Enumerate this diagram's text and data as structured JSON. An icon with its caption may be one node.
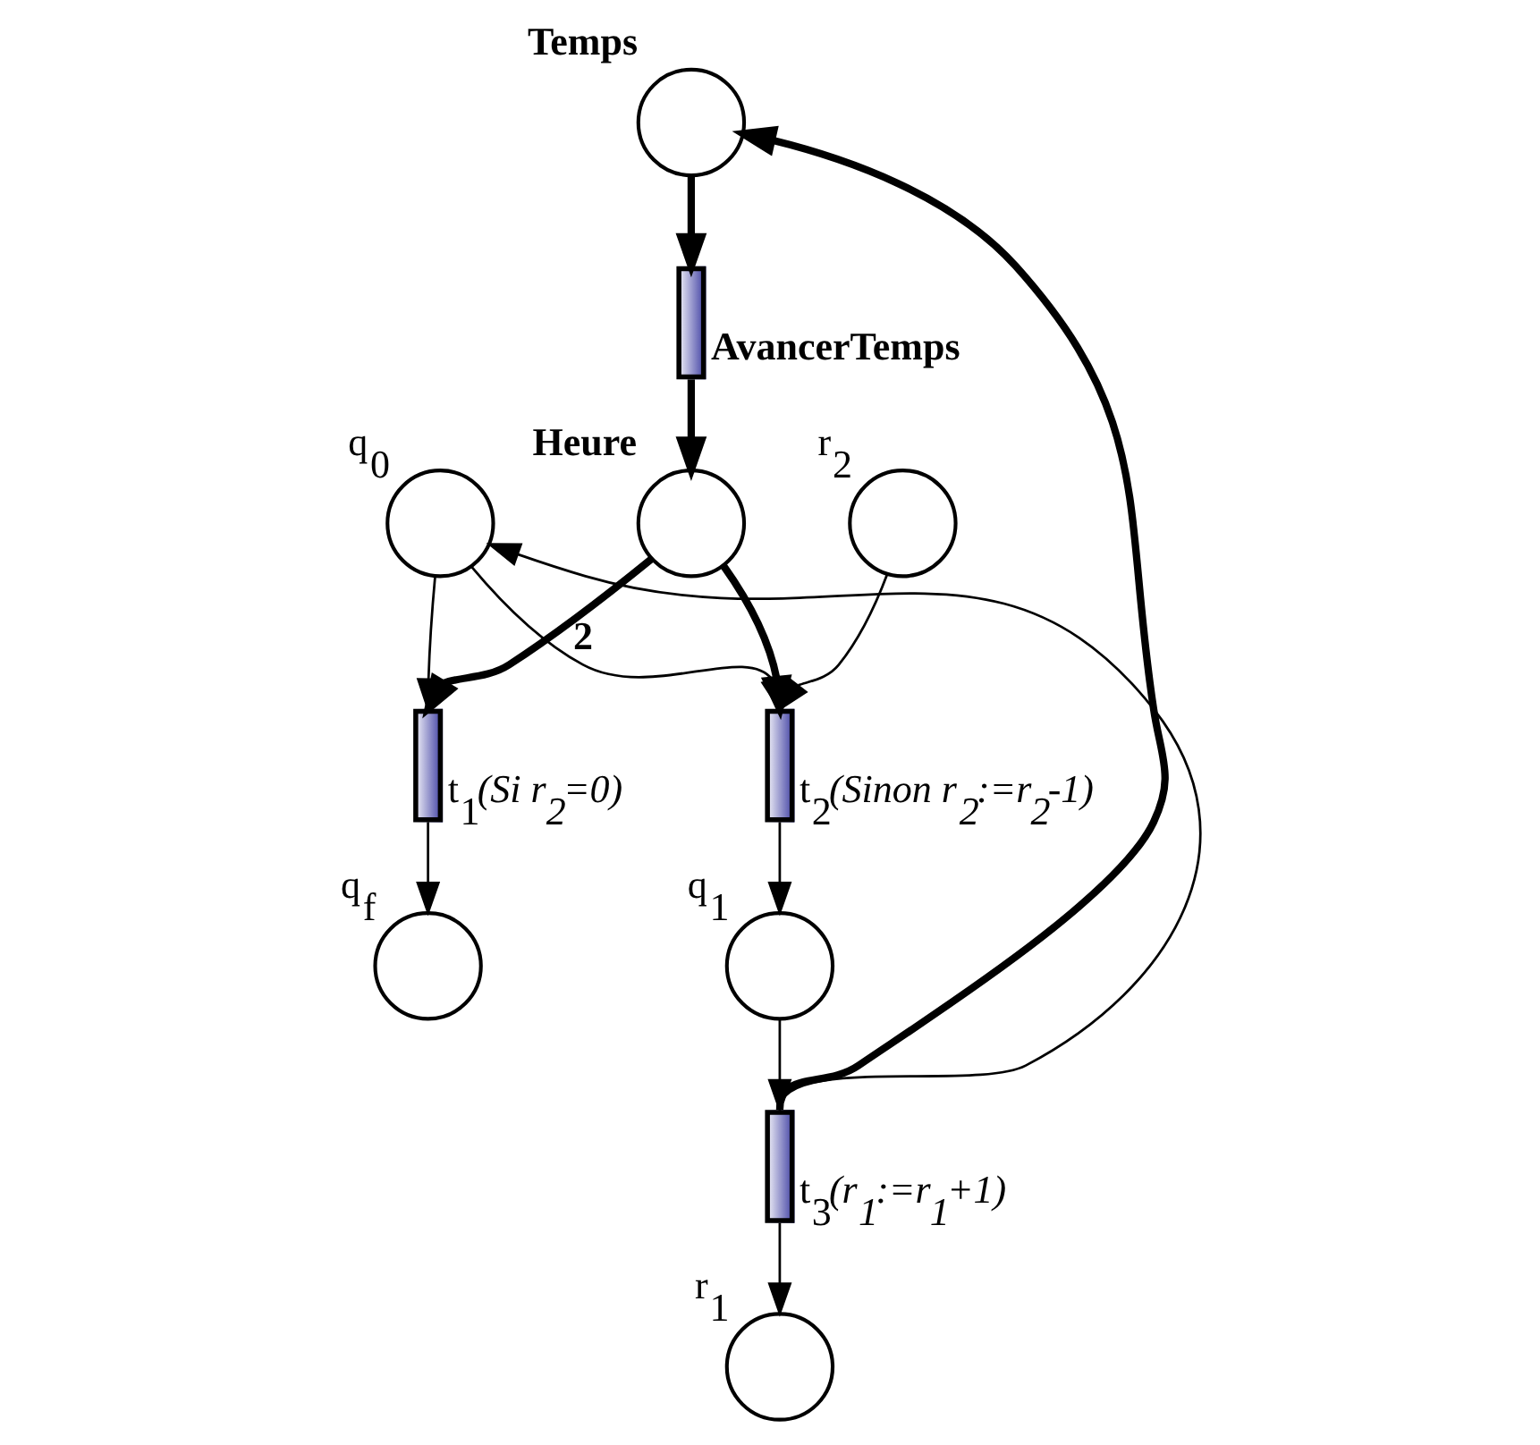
{
  "diagram": {
    "nodes": [
      {
        "text": [
          "Temps"
        ]
      },
      {
        "text": [
          "AvancerTemps"
        ]
      },
      {
        "text": [
          "Heure"
        ]
      },
      {
        "text": [
          "t$_{1}$*(Si r$_{2}$=0)*"
        ]
      },
      {
        "text": [
          "q$_{f}$"
        ]
      },
      {
        "text": [
          "q$_{0}$"
        ]
      },
      {
        "text": [
          "t$_{2}$*(Sinon r$_{2}$:=r$_{2}$-1)*"
        ]
      },
      {
        "text": [
          "q$_{1}$"
        ]
      },
      {
        "text": [
          "t$_{3}$*(r$_{1}$:=r$_{1}$+1)*"
        ]
      },
      {
        "text": [
          "r$_{2}$"
        ]
      },
      {
        "text": [
          "r$_{1}$"
        ]
      }
    ],
    "edges": [
      {
        "from": 0,
        "to": 1,
        "arrow": "to",
        "style": "thick"
      },
      {
        "from": 1,
        "to": 2,
        "arrow": "to",
        "style": "thick"
      },
      {
        "from": 2,
        "to": 3,
        "arrow": "to",
        "style": "thick",
        "label": "2"
      },
      {
        "from": 2,
        "to": 6,
        "arrow": "to",
        "style": "thick"
      },
      {
        "from": 5,
        "to": 3,
        "arrow": "to"
      },
      {
        "from": 5,
        "to": 6,
        "arrow": "to"
      },
      {
        "from": 3,
        "to": 4,
        "arrow": "to"
      },
      {
        "from": 6,
        "to": 7,
        "arrow": "to"
      },
      {
        "from": 7,
        "to": 8,
        "arrow": "to"
      },
      {
        "from": 8,
        "to": 10,
        "arrow": "to"
      },
      {
        "from": 8,
        "to": 0,
        "arrow": "to",
        "style": "thick"
      },
      {
        "from": 8,
        "to": 5,
        "arrow": "to"
      },
      {
        "from": 9,
        "to": 6,
        "arrow": "to"
      }
    ]
  }
}
